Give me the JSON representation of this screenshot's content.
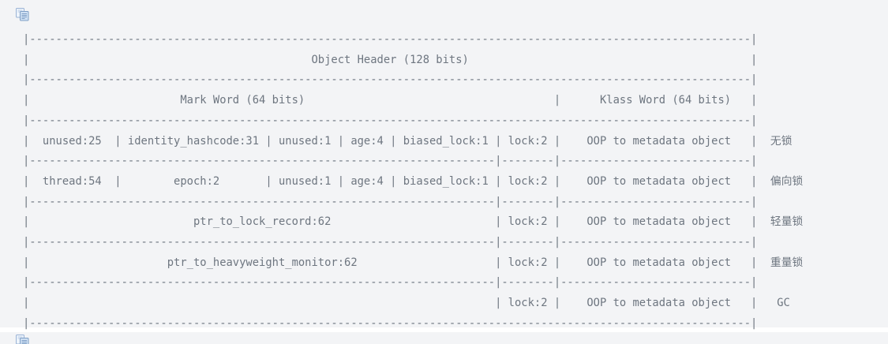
{
  "colors": {
    "page_background": "#ffffff",
    "code_block_background": "#f3f4f6",
    "code_text": "#6e7680",
    "copy_icon_front_fill": "#cfe0f3",
    "copy_icon_back_fill": "#eef4fb",
    "copy_icon_stroke": "#7f9fc6"
  },
  "code_block": {
    "copy_icon": "copy-icon",
    "lines": [
      "|--------------------------------------------------------------------------------------------------------------|",
      "|                                           Object Header (128 bits)                                           |",
      "|--------------------------------------------------------------------------------------------------------------|",
      "|                       Mark Word (64 bits)                                      |      Klass Word (64 bits)   |",
      "|--------------------------------------------------------------------------------------------------------------|",
      "|  unused:25  | identity_hashcode:31 | unused:1 | age:4 | biased_lock:1 | lock:2 |    OOP to metadata object   |  无锁",
      "|-----------------------------------------------------------------------|--------|-----------------------------|",
      "|  thread:54  |        epoch:2       | unused:1 | age:4 | biased_lock:1 | lock:2 |    OOP to metadata object   |  偏向锁",
      "|-----------------------------------------------------------------------|--------|-----------------------------|",
      "|                         ptr_to_lock_record:62                         | lock:2 |    OOP to metadata object   |  轻量锁",
      "|-----------------------------------------------------------------------|--------|-----------------------------|",
      "|                     ptr_to_heavyweight_monitor:62                     | lock:2 |    OOP to metadata object   |  重量锁",
      "|-----------------------------------------------------------------------|--------|-----------------------------|",
      "|                                                                       | lock:2 |    OOP to metadata object   |   GC",
      "|--------------------------------------------------------------------------------------------------------------|"
    ]
  },
  "next_code_block": {
    "copy_icon": "copy-icon"
  }
}
